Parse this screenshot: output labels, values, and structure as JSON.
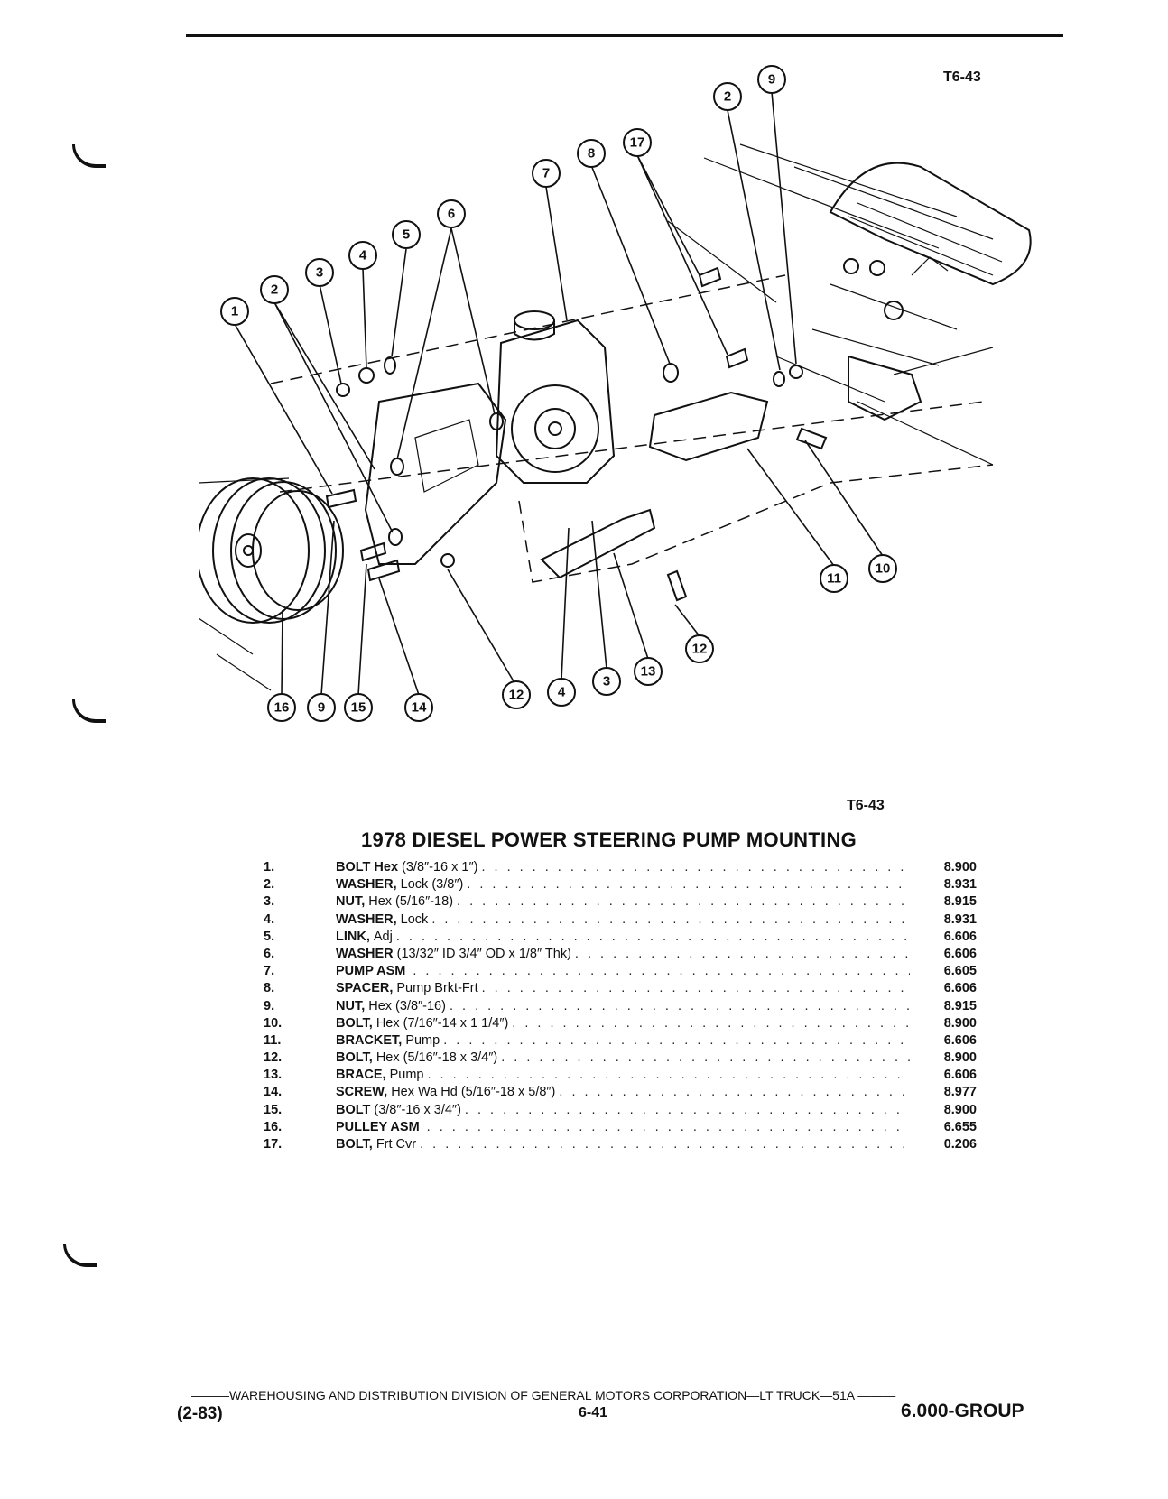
{
  "figure": {
    "id_top": "T6-43",
    "id_bottom": "T6-43"
  },
  "title": "1978 DIESEL POWER STEERING PUMP MOUNTING",
  "parts": [
    {
      "no": "1.",
      "name": "BOLT Hex",
      "spec": "(3/8″-16 x 1″)",
      "group": "8.900"
    },
    {
      "no": "2.",
      "name": "WASHER,",
      "spec": "Lock (3/8″)",
      "group": "8.931"
    },
    {
      "no": "3.",
      "name": "NUT,",
      "spec": "Hex (5/16″-18)",
      "group": "8.915"
    },
    {
      "no": "4.",
      "name": "WASHER,",
      "spec": "Lock",
      "group": "8.931"
    },
    {
      "no": "5.",
      "name": "LINK,",
      "spec": "Adj",
      "group": "6.606"
    },
    {
      "no": "6.",
      "name": "WASHER",
      "spec": "(13/32″ ID 3/4″ OD x 1/8″ Thk)",
      "group": "6.606"
    },
    {
      "no": "7.",
      "name": "PUMP ASM",
      "spec": "",
      "group": "6.605"
    },
    {
      "no": "8.",
      "name": "SPACER,",
      "spec": "Pump Brkt-Frt",
      "group": "6.606"
    },
    {
      "no": "9.",
      "name": "NUT,",
      "spec": "Hex (3/8″-16)",
      "group": "8.915"
    },
    {
      "no": "10.",
      "name": "BOLT,",
      "spec": "Hex (7/16″-14 x 1 1/4″)",
      "group": "8.900"
    },
    {
      "no": "11.",
      "name": "BRACKET,",
      "spec": "Pump",
      "group": "6.606"
    },
    {
      "no": "12.",
      "name": "BOLT,",
      "spec": "Hex (5/16″-18 x 3/4″)",
      "group": "8.900"
    },
    {
      "no": "13.",
      "name": "BRACE,",
      "spec": "Pump",
      "group": "6.606"
    },
    {
      "no": "14.",
      "name": "SCREW,",
      "spec": "Hex Wa Hd (5/16″-18 x 5/8″)",
      "group": "8.977"
    },
    {
      "no": "15.",
      "name": "BOLT",
      "spec": "(3/8″-16 x 3/4″)",
      "group": "8.900"
    },
    {
      "no": "16.",
      "name": "PULLEY ASM",
      "spec": "",
      "group": "6.655"
    },
    {
      "no": "17.",
      "name": "BOLT,",
      "spec": "Frt Cvr",
      "group": "0.206"
    }
  ],
  "callouts": [
    "1",
    "2",
    "3",
    "4",
    "5",
    "6",
    "7",
    "8",
    "17",
    "2",
    "9",
    "10",
    "11",
    "12",
    "13",
    "3",
    "4",
    "12",
    "14",
    "15",
    "9",
    "16"
  ],
  "footer": {
    "line": "———WAREHOUSING AND DISTRIBUTION DIVISION OF GENERAL MOTORS CORPORATION—LT TRUCK—51A ———",
    "date": "(2-83)",
    "page": "6-41",
    "group": "6.000-GROUP"
  }
}
